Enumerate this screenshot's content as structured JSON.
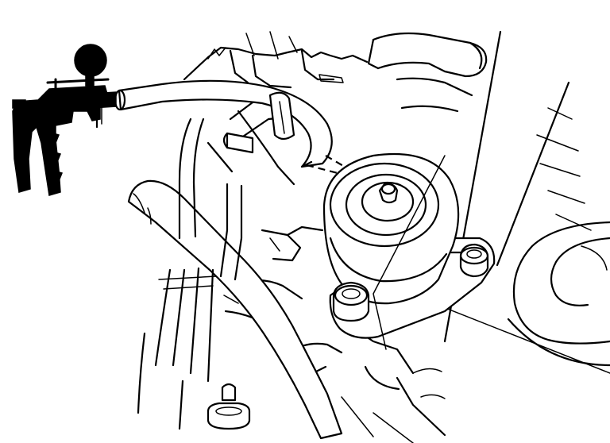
{
  "diagram": {
    "kind": "line-art illustration",
    "colors": {
      "ink": "#000000",
      "paper": "#ffffff"
    },
    "parts": [
      "hand-vacuum-pump",
      "vacuum-gauge",
      "vacuum-hose",
      "valve-diaphragm-housing",
      "mounting-bolt",
      "intake-hose",
      "engine-bracket"
    ]
  }
}
